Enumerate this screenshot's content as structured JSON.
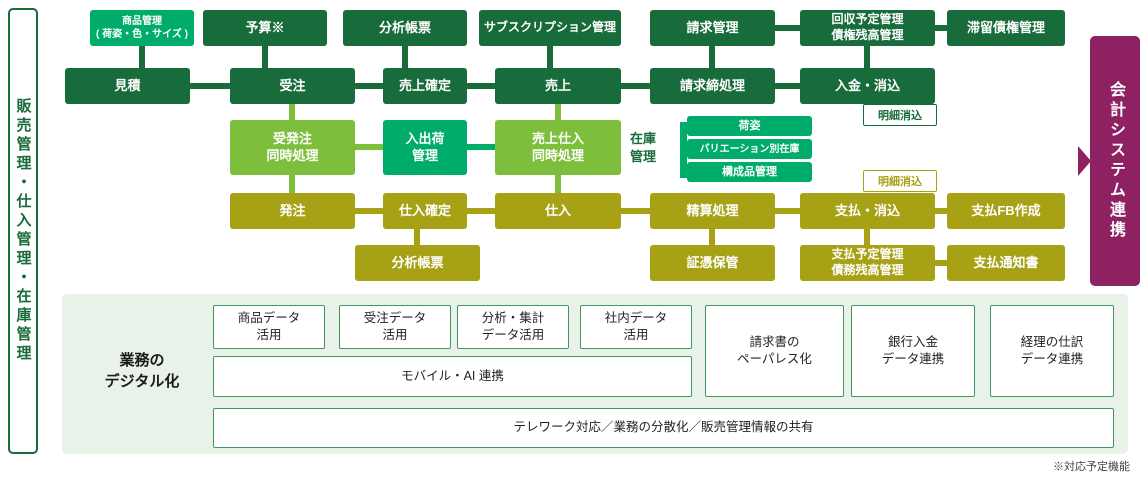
{
  "colors": {
    "dark-green": "#186b3b",
    "emerald": "#00ac6a",
    "lime": "#7dbf3c",
    "olive": "#a7a215",
    "purple": "#8e2162",
    "section-bg": "#e8f2e9",
    "wbox-border": "#3f9863"
  },
  "left_rail": {
    "label": "販売管理・仕入管理・在庫管理"
  },
  "right_rail": {
    "label": "会計システム連携"
  },
  "flow": {
    "product_mgmt": "商品管理\n( 荷姿・色・サイズ )",
    "budget": "予算※",
    "analysis_report_top": "分析帳票",
    "subscription": "サブスクリプション管理",
    "billing": "請求管理",
    "collection": "回収予定管理\n債権残高管理",
    "overdue": "滞留債権管理",
    "quote": "見積",
    "order": "受注",
    "sales_confirm": "売上確定",
    "sales": "売上",
    "billing_close": "請求締処理",
    "deposit": "入金・消込",
    "detail_clear_top": "明細消込",
    "order_sync": "受発注\n同時処理",
    "shipping": "入出荷\n管理",
    "sales_purchase_sync": "売上仕入\n同時処理",
    "inventory": "在庫\n管理",
    "packing": "荷姿",
    "variation_stock": "バリエーション別在庫",
    "component": "構成品管理",
    "detail_clear_bottom": "明細消込",
    "purchase_order": "発注",
    "purchase_confirm": "仕入確定",
    "purchase": "仕入",
    "settlement": "精算処理",
    "payment": "支払・消込",
    "payment_fb": "支払FB作成",
    "analysis_report_bottom": "分析帳票",
    "evidence": "証憑保管",
    "payment_schedule": "支払予定管理\n債務残高管理",
    "payment_notice": "支払通知書"
  },
  "digital": {
    "heading": "業務の\nデジタル化",
    "product_data": "商品データ\n活用",
    "order_data": "受注データ\n活用",
    "analysis_data": "分析・集計\nデータ活用",
    "internal_data": "社内データ\n活用",
    "paperless": "請求書の\nペーパレス化",
    "bank_deposit": "銀行入金\nデータ連携",
    "journal": "経理の仕訳\nデータ連携",
    "mobile_ai": "モバイル・AI 連携",
    "telework": "テレワーク対応／業務の分散化／販売管理情報の共有"
  },
  "footnote": "※対応予定機能"
}
